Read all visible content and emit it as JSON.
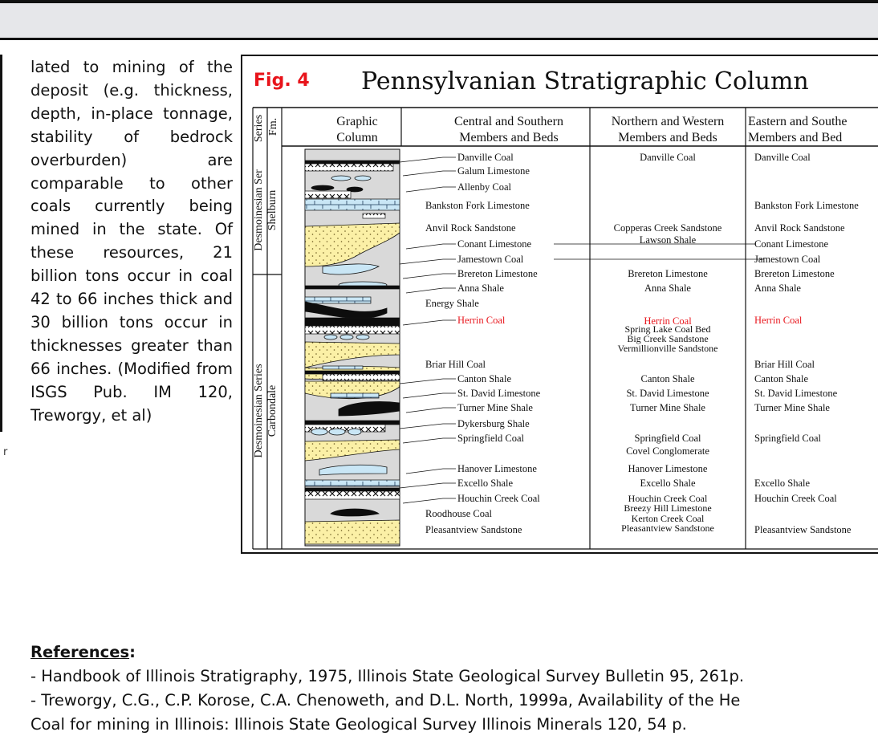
{
  "body_text": "lated to mining of the deposit (e.g. thickness, depth, in-place tonnage, stability of bedrock overburden) are comparable to other coals currently being mined in the state. Of these resources, 21 billion tons occur in coal 42 to 66 inches thick and 30 billion tons occur in thicknesses greater than 66 inches. (Modified from ISGS Pub. IM 120, Treworgy, et al)",
  "stray_mark": "r",
  "figure": {
    "label": "Fig. 4",
    "title": "Pennsylvanian Stratigraphic Column",
    "headers": {
      "series": "Series",
      "fm": "Fm.",
      "graphic": [
        "Graphic",
        "Column"
      ],
      "central": [
        "Central and Southern",
        "Members and Beds"
      ],
      "northern": [
        "Northern and Western",
        "Members and Beds"
      ],
      "eastern": [
        "Eastern and Southe",
        "Members and Bed"
      ]
    },
    "series_labels": [
      "Desmoinesian Ser",
      "Desmoinesian Series"
    ],
    "formation_labels": [
      "Shelburn",
      "Carbondale"
    ],
    "central_beds": [
      {
        "text": "Danville Coal",
        "leader": true
      },
      {
        "text": "Galum Limestone",
        "leader": true
      },
      {
        "text": "Allenby Coal",
        "leader": true
      },
      {
        "text": "Bankston Fork Limestone",
        "leader": false
      },
      {
        "text": "Anvil Rock Sandstone",
        "leader": false
      },
      {
        "text": "Conant Limestone",
        "leader": true
      },
      {
        "text": "Jamestown Coal",
        "leader": true
      },
      {
        "text": "Brereton Limestone",
        "leader": true
      },
      {
        "text": "Anna Shale",
        "leader": true
      },
      {
        "text": "Energy Shale",
        "leader": false
      },
      {
        "text": "Herrin Coal",
        "leader": true,
        "highlight": true
      },
      {
        "text": "Briar Hill Coal",
        "leader": false
      },
      {
        "text": "Canton Shale",
        "leader": true
      },
      {
        "text": "St. David Limestone",
        "leader": true
      },
      {
        "text": "Turner Mine Shale",
        "leader": true
      },
      {
        "text": "Dykersburg Shale",
        "leader": true
      },
      {
        "text": "Springfield Coal",
        "leader": true
      },
      {
        "text": "Hanover Limestone",
        "leader": true
      },
      {
        "text": "Excello Shale",
        "leader": true
      },
      {
        "text": "Houchin Creek Coal",
        "leader": true
      },
      {
        "text": "Roodhouse Coal",
        "leader": false
      },
      {
        "text": "Pleasantview Sandstone",
        "leader": false
      }
    ],
    "northern_beds": [
      {
        "text": "Danville Coal"
      },
      {
        "text": "Copperas Creek Sandstone"
      },
      {
        "text": "Lawson Shale"
      },
      {
        "text": "Brereton Limestone"
      },
      {
        "text": "Anna Shale"
      },
      {
        "text": "Herrin Coal",
        "highlight": true
      },
      {
        "text": "Spring Lake Coal Bed"
      },
      {
        "text": "Big Creek Sandstone"
      },
      {
        "text": "Vermillionville Sandstone"
      },
      {
        "text": "Canton Shale"
      },
      {
        "text": "St. David Limestone"
      },
      {
        "text": "Turner Mine Shale"
      },
      {
        "text": "Springfield Coal"
      },
      {
        "text": "Covel Conglomerate"
      },
      {
        "text": "Hanover Limestone"
      },
      {
        "text": "Excello Shale"
      },
      {
        "text": "Houchin Creek Coal"
      },
      {
        "text": "Breezy Hill Limestone"
      },
      {
        "text": "Kerton Creek Coal"
      },
      {
        "text": "Pleasantview Sandstone"
      }
    ],
    "eastern_beds": [
      {
        "text": "Danville Coal"
      },
      {
        "text": "Bankston Fork Limestone"
      },
      {
        "text": "Anvil Rock Sandstone"
      },
      {
        "text": "Conant Limestone"
      },
      {
        "text": "Jamestown Coal"
      },
      {
        "text": "Brereton Limestone"
      },
      {
        "text": "Anna Shale"
      },
      {
        "text": "Herrin Coal",
        "highlight": true
      },
      {
        "text": "Briar Hill Coal"
      },
      {
        "text": "Canton Shale"
      },
      {
        "text": "St. David Limestone"
      },
      {
        "text": "Turner Mine Shale"
      },
      {
        "text": "Springfield Coal"
      },
      {
        "text": "Excello Shale"
      },
      {
        "text": "Houchin Creek Coal"
      },
      {
        "text": "Pleasantview Sandstone"
      }
    ],
    "colors": {
      "coal": "#0d0d0d",
      "limestone": "#c9e6f5",
      "sandstone": "#fbf0a6",
      "shale": "#d9d9d9",
      "highlight": "#e8141b"
    }
  },
  "references": {
    "title": "References",
    "items": [
      "- Handbook of Illinois Stratigraphy, 1975, Illinois State Geological Survey Bulletin 95, 261p.",
      "- Treworgy, C.G., C.P. Korose, C.A. Chenoweth, and D.L. North, 1999a, Availability of the He",
      "Coal for mining in Illinois: Illinois State Geological Survey Illinois Minerals 120, 54 p."
    ]
  }
}
